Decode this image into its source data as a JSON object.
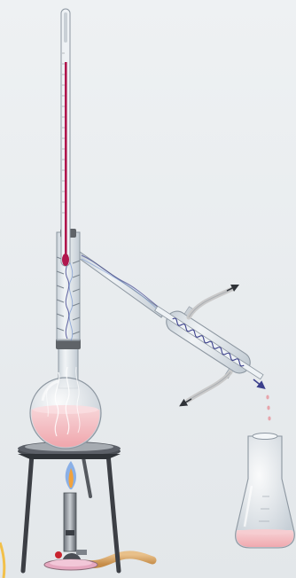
{
  "scene": {
    "description_visible_text": "",
    "apparatus": [
      "thermometer",
      "fractionating-column",
      "distillation-flask",
      "liebig-condenser",
      "erlenmeyer-receiver",
      "tripod-stand",
      "bunsen-burner",
      "gas-hose"
    ]
  },
  "colors": {
    "background": "#e9ecef",
    "glass": "#dfe6ec",
    "glass_edge": "#8d97a1",
    "liquid": "#f4c2c6",
    "liquid_edge": "#e59aa0",
    "thermometer_liquid": "#b0174d",
    "coolant_arrow": "#3b3f8c",
    "tube": "#c9c9c9",
    "hose": "#d6a86c",
    "stand": "#3c3f45",
    "flame_outer": "#7aa6e6",
    "flame_inner": "#f2a23b",
    "cork": "#5f6368"
  },
  "levels": {
    "thermometer_fill_fraction": 0.78,
    "flask_liquid_fraction": 0.45,
    "receiver_liquid_fraction": 0.12
  }
}
